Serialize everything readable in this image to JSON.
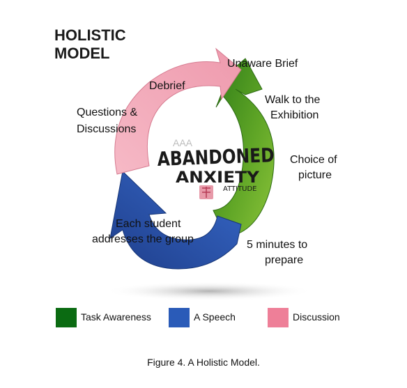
{
  "title_line1": "HOLISTIC",
  "title_line2": "MODEL",
  "logo": {
    "small": "AAA",
    "line1": "ABANDONED",
    "line2": "ANXIETY",
    "line3": "ATTITUDE"
  },
  "labels": {
    "unaware_brief": "Unaware Brief",
    "walk1": "Walk to the",
    "walk2": "Exhibition",
    "choice1": "Choice of",
    "choice2": "picture",
    "minutes1": "5 minutes to",
    "minutes2": "prepare",
    "each1": "Each student",
    "each2": "addresses the group",
    "questions1": "Questions &",
    "questions2": "Discussions",
    "debrief": "Debrief"
  },
  "legend": [
    {
      "label": "Task Awareness",
      "color": "#0b6b12"
    },
    {
      "label": "A Speech",
      "color": "#2a5bb8"
    },
    {
      "label": "Discussion",
      "color": "#ee7f98"
    }
  ],
  "colors": {
    "green": "#5fa526",
    "blue": "#2a52a8",
    "pink": "#f2a9b8"
  },
  "caption": "Figure 4. A Holistic Model."
}
